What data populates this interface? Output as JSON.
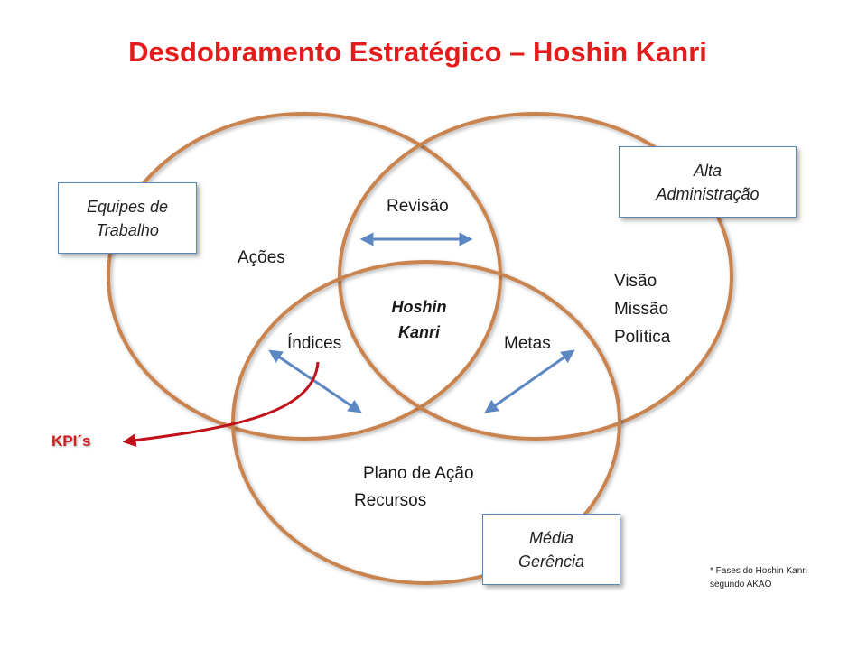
{
  "title": "Desdobramento Estratégico – Hoshin Kanri",
  "boxes": {
    "equipes": [
      "Equipes de",
      "Trabalho"
    ],
    "alta": [
      "Alta",
      "Administração"
    ],
    "media": [
      "Média",
      "Gerência"
    ]
  },
  "labels": {
    "acoes": "Ações",
    "revisao": "Revisão",
    "indices": "Índices",
    "metas": "Metas",
    "visao": [
      "Visão",
      "Missão",
      "Política"
    ],
    "plano": "Plano de Ação",
    "recursos": "Recursos"
  },
  "center": [
    "Hoshin",
    "Kanri"
  ],
  "kpi": "KPI´s",
  "note": [
    "* Fases do Hoshin Kanri",
    "segundo AKAO"
  ],
  "colors": {
    "title": "#e31b1b",
    "circle": "#c9834f",
    "arrow": "#5b87c3",
    "kpi_arrow": "#c0101a",
    "box_border": "#5b87b8"
  }
}
